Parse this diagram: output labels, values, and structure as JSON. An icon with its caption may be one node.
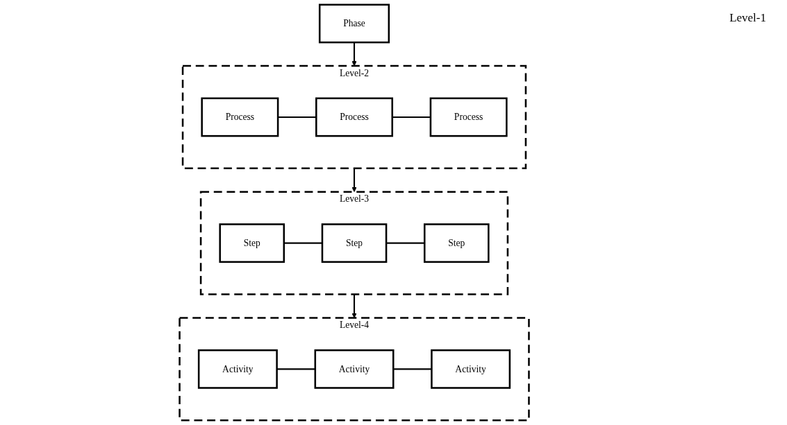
{
  "diagram": {
    "nodes": [
      {
        "text": [
          "Phase"
        ]
      },
      {
        "text": [
          "Level-2"
        ]
      },
      {
        "text": [
          "Process"
        ],
        "in": 1
      },
      {
        "text": [
          "Process"
        ],
        "in": 1
      },
      {
        "text": [
          "Process"
        ],
        "in": 1
      },
      {
        "text": [
          "Level-3"
        ]
      },
      {
        "text": [
          "Step"
        ],
        "in": 5
      },
      {
        "text": [
          "Step"
        ],
        "in": 5
      },
      {
        "text": [
          "Step"
        ],
        "in": 5
      },
      {
        "text": [
          "Level-4"
        ]
      },
      {
        "text": [
          "Activity"
        ],
        "in": 9
      },
      {
        "text": [
          "Activity"
        ],
        "in": 9
      },
      {
        "text": [
          "Activity"
        ],
        "in": 9
      }
    ],
    "edges": [
      {
        "from": 0,
        "to": 1,
        "arrow": "to"
      },
      {
        "from": 2,
        "to": 3,
        "arrow": "none"
      },
      {
        "from": 3,
        "to": 4,
        "arrow": "none"
      },
      {
        "from": 1,
        "to": 5,
        "arrow": "to"
      },
      {
        "from": 6,
        "to": 7,
        "arrow": "none"
      },
      {
        "from": 7,
        "to": 8,
        "arrow": "none"
      },
      {
        "from": 5,
        "to": 9,
        "arrow": "to"
      },
      {
        "from": 10,
        "to": 11,
        "arrow": "none"
      },
      {
        "from": 11,
        "to": 12,
        "arrow": "none"
      }
    ],
    "labels": [
      "Level-1"
    ]
  }
}
